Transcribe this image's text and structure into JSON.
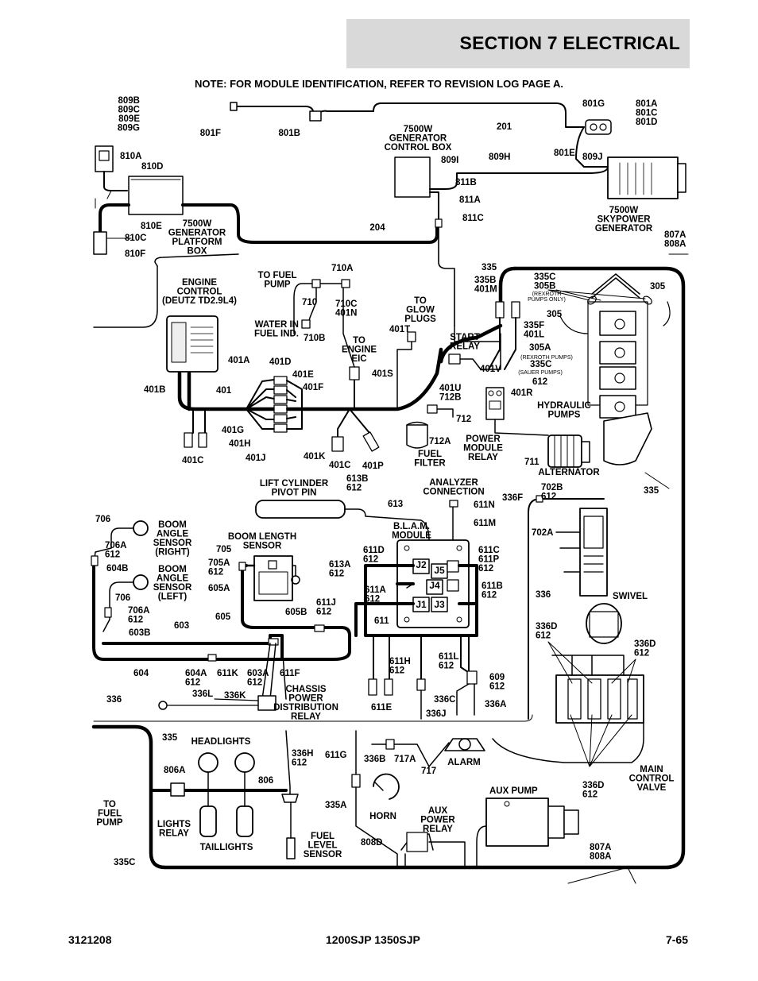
{
  "header": {
    "title": "SECTION 7   ELECTRICAL"
  },
  "note": "NOTE: FOR MODULE IDENTIFICATION, REFER TO REVISION LOG PAGE A.",
  "footer": {
    "left": "3121208",
    "center": "1200SJP 1350SJP",
    "right": "7-65"
  },
  "labels": {
    "l809": "809B\n809C\n809E\n809G",
    "l801F": "801F",
    "l801B": "801B",
    "l201": "201",
    "l801G": "801G",
    "l801A": "801A\n801C\n801D",
    "l801E": "801E",
    "l809J": "809J",
    "l810A": "810A",
    "l810D": "810D",
    "l810E": "810E",
    "l810C": "810C",
    "l810F": "810F",
    "genplat": "7500W\nGENERATOR\nPLATFORM\nBOX",
    "genctrl": "7500W\nGENERATOR\nCONTROL BOX",
    "l809I": "809I",
    "l809H": "809H",
    "l811B": "811B",
    "l811A": "811A",
    "l811C": "811C",
    "l204": "204",
    "skypower": "7500W\nSKYPOWER\nGENERATOR",
    "l807A_top": "807A\n808A",
    "engine": "ENGINE\nCONTROL\n(DEUTZ TD2.9L4)",
    "tofuelpump": "TO FUEL\nPUMP",
    "l710A": "710A",
    "l710": "710",
    "l710C": "710C\n401N",
    "waterin": "WATER IN\nFUEL IND.",
    "l710B": "710B",
    "glow": "TO\nGLOW\nPLUGS",
    "l401T": "401T",
    "toengine": "TO\nENGINE\nEIC",
    "l335": "335",
    "l335B": "335B\n401M",
    "l335C305B": "335C\n305B",
    "rexroth": "(REXROTH\nPUMPS ONLY)",
    "l305r": "305",
    "l305l": "305",
    "l335F": "335F\n401L",
    "startrelay": "START\nRELAY",
    "l305A": "305A",
    "rexrothpumps": "(REXROTH PUMPS)",
    "l335C2": "335C",
    "sauerpumps": "(SAUER PUMPS)",
    "l612a": "612",
    "l401A": "401A",
    "l401D": "401D",
    "l401E": "401E",
    "l401F": "401F",
    "l401B": "401B",
    "l401": "401",
    "l401S": "401S",
    "l401V": "401V",
    "l401U": "401U\n712B",
    "l401R": "401R",
    "hydpumps": "HYDRAULIC\nPUMPS",
    "l401G": "401G",
    "l401H": "401H",
    "l401J": "401J",
    "l401C": "401C",
    "l401K": "401K",
    "l401C2": "401C",
    "l401P": "401P",
    "l712": "712",
    "l712A": "712A",
    "fuelfilter": "FUEL\nFILTER",
    "powermodule": "POWER\nMODULE\nRELAY",
    "l711": "711",
    "alternator": "ALTERNATOR",
    "liftcyl": "LIFT CYLINDER\nPIVOT PIN",
    "l613B": "613B\n612",
    "l613": "613",
    "analyzer": "ANALYZER\nCONNECTION",
    "l611N": "611N",
    "l336F": "336F",
    "l702B": "702B\n612",
    "l335r": "335",
    "l706": "706",
    "l706A": "706A\n612",
    "l604B": "604B",
    "basr": "BOOM\nANGLE\nSENSOR\n(RIGHT)",
    "boomlen": "BOOM LENGTH\nSENSOR",
    "l705": "705",
    "l705A": "705A\n612",
    "l605A": "605A",
    "l613A": "613A\n612",
    "blam": "B.L.A.M.\nMODULE",
    "l611M": "611M",
    "l611D": "611D\n612",
    "l611C": "611C\n611P\n612",
    "l611A": "611A\n612",
    "l611B": "611B\n612",
    "l702A": "702A",
    "basl": "BOOM\nANGLE\nSENSOR\n(LEFT)",
    "l706b": "706",
    "l706A2": "706A\n612",
    "l603B": "603B",
    "l605": "605",
    "l605B": "605B",
    "l611J": "611J\n612",
    "l611": "611",
    "l603": "603",
    "l336": "336",
    "swivel": "SWIVEL",
    "l336D_a": "336D\n612",
    "l336D_b": "336D\n612",
    "l604": "604",
    "l604A": "604A\n612",
    "l611K": "611K",
    "l603A": "603A\n612",
    "l611F": "611F",
    "l611H": "611H\n612",
    "l611L": "611L\n612",
    "l609": "609\n612",
    "l336L": "336L",
    "l336K": "336K",
    "chassis": "CHASSIS\nPOWER\nDISTRIBUTION\nRELAY",
    "l611E": "611E",
    "l336C": "336C",
    "l336J": "336J",
    "l336A": "336A",
    "l336left": "336",
    "l335b": "335",
    "headlights": "HEADLIGHTS",
    "l336H": "336H\n612",
    "l611G": "611G",
    "l336B": "336B",
    "l717A": "717A",
    "l717": "717",
    "alarm": "ALARM",
    "l806A": "806A",
    "l806": "806",
    "l336D_c": "336D\n612",
    "mainctrl": "MAIN\nCONTROL\nVALVE",
    "auxpump": "AUX PUMP",
    "tofuel2": "TO\nFUEL\nPUMP",
    "l335A": "335A",
    "horn": "HORN",
    "auxpower": "AUX\nPOWER\nRELAY",
    "lights": "LIGHTS\nRELAY",
    "taillights": "TAILLIGHTS",
    "fuellevel": "FUEL\nLEVEL\nSENSOR",
    "l808D": "808D",
    "l335C3": "335C",
    "l807A_bot": "807A\n808A",
    "j2": "J2",
    "j5": "J5",
    "j4": "J4",
    "j1": "J1",
    "j3": "J3"
  }
}
